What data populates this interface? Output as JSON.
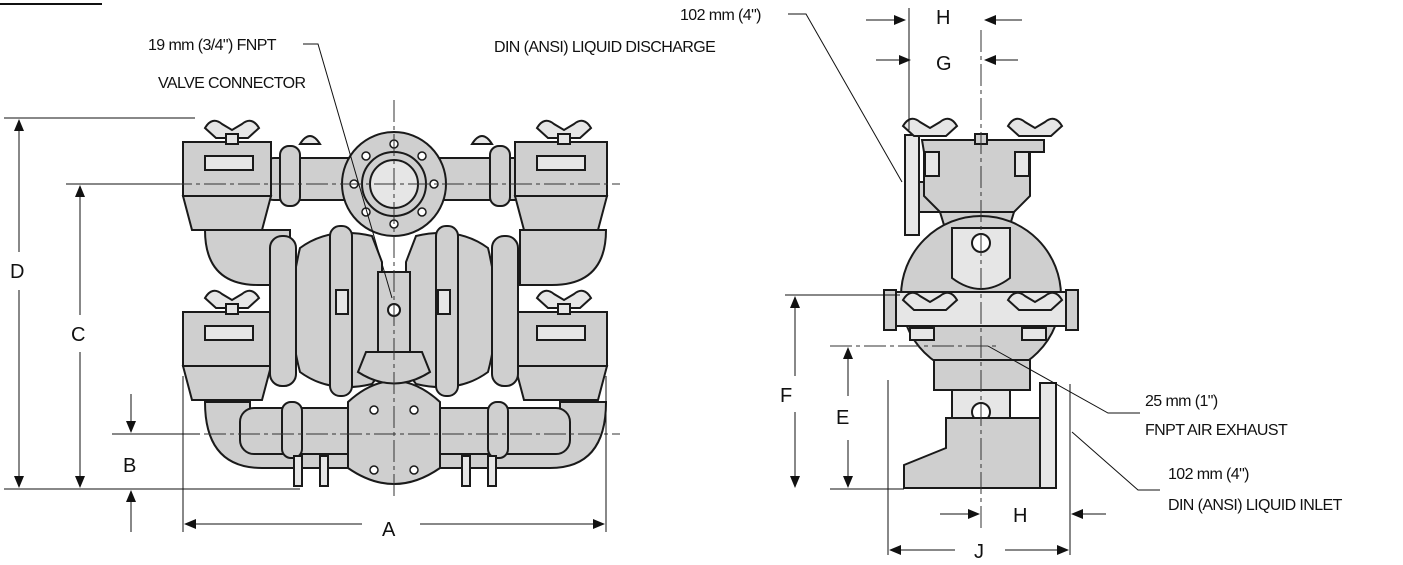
{
  "callouts": {
    "valve_connector": {
      "line1": "19 mm (3/4\") FNPT",
      "line2": "VALVE CONNECTOR"
    },
    "liquid_discharge": {
      "line1": "102 mm (4\")",
      "line2": "DIN (ANSI) LIQUID DISCHARGE"
    },
    "air_exhaust": {
      "line1": "25 mm (1\")",
      "line2": "FNPT AIR EXHAUST"
    },
    "liquid_inlet": {
      "line1": "102 mm (4\")",
      "line2": "DIN (ANSI) LIQUID INLET"
    }
  },
  "dimensions": {
    "A": "A",
    "B": "B",
    "C": "C",
    "D": "D",
    "E": "E",
    "F": "F",
    "G": "G",
    "H": "H",
    "J": "J"
  },
  "colors": {
    "line": "#1a1a1a",
    "body_fill": "#cfcfcf",
    "body_light": "#e6e6e6",
    "dark": "#8a8a8a"
  }
}
